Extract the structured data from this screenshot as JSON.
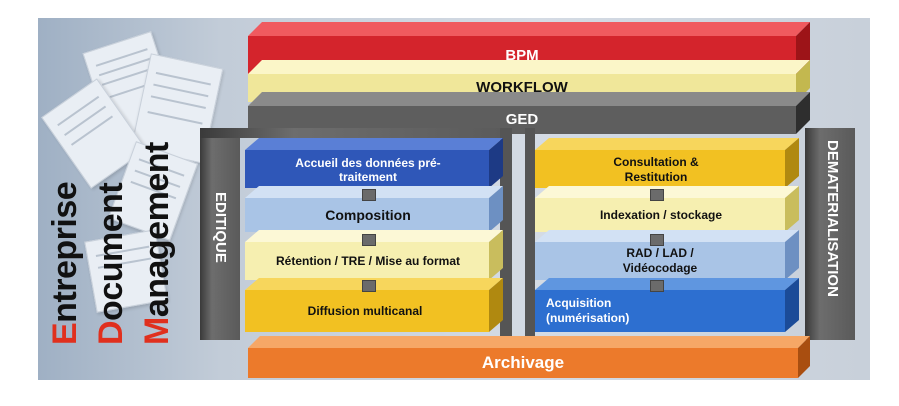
{
  "edm_title": {
    "line1_cap": "E",
    "line1_rest": "ntreprise",
    "line2_cap": "D",
    "line2_rest": "ocument",
    "line3_cap": "M",
    "line3_rest": "anagement"
  },
  "layers": {
    "bpm": "BPM",
    "workflow": "WORKFLOW",
    "ged": "GED",
    "archivage": "Archivage"
  },
  "editique": {
    "label": "EDITIQUE",
    "blocks": [
      "Accueil des données pré-traitement",
      "Composition",
      "Rétention / TRE / Mise au format",
      "Diffusion multicanal"
    ]
  },
  "dematerialisation": {
    "label": "DEMATERIALISATION",
    "blocks": [
      "Consultation & Restitution",
      "Indexation / stockage",
      "RAD / LAD / Vidéocodage",
      "Acquisition (numérisation)"
    ]
  },
  "colors": {
    "bpm": "#d4242c",
    "workflow": "#f0e79a",
    "ged": "#5e5e5e",
    "archivage": "#ec7a2b",
    "blue_dark": "#2f57b8",
    "blue_light": "#a9c4e6",
    "yellow_light": "#f6efb0",
    "gold": "#f2c122",
    "blue_mid": "#2d6fd0"
  }
}
